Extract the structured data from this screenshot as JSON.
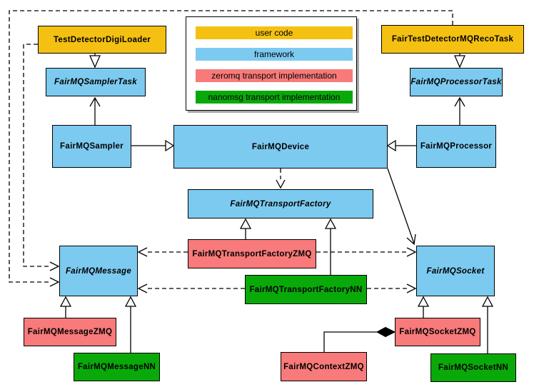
{
  "colors": {
    "user_code": "#F4C112",
    "framework": "#7DCAF0",
    "zeromq": "#F87A7A",
    "nanomsg": "#0AA90A",
    "border": "#000000",
    "background": "#FFFFFF"
  },
  "legend": {
    "items": [
      {
        "label": "user code",
        "color": "#F4C112"
      },
      {
        "label": "framework",
        "color": "#7DCAF0"
      },
      {
        "label": "zeromq transport implementation",
        "color": "#F87A7A"
      },
      {
        "label": "nanomsg transport implementation",
        "color": "#0AA90A"
      }
    ]
  },
  "nodes": {
    "testDetectorDigiLoader": {
      "label": "TestDetectorDigiLoader",
      "category": "user code",
      "abstract": false
    },
    "fairTestDetectorMQRecoTask": {
      "label": "FairTestDetectorMQRecoTask",
      "category": "user code",
      "abstract": false
    },
    "fairMQSamplerTask": {
      "label": "FairMQSamplerTask",
      "category": "framework",
      "abstract": true
    },
    "fairMQProcessorTask": {
      "label": "FairMQProcessorTask",
      "category": "framework",
      "abstract": true
    },
    "fairMQSampler": {
      "label": "FairMQSampler",
      "category": "framework",
      "abstract": false
    },
    "fairMQDevice": {
      "label": "FairMQDevice",
      "category": "framework",
      "abstract": false
    },
    "fairMQProcessor": {
      "label": "FairMQProcessor",
      "category": "framework",
      "abstract": false
    },
    "fairMQTransportFactory": {
      "label": "FairMQTransportFactory",
      "category": "framework",
      "abstract": true
    },
    "fairMQTransportFactoryZMQ": {
      "label": "FairMQTransportFactoryZMQ",
      "category": "zeromq transport implementation",
      "abstract": false
    },
    "fairMQTransportFactoryNN": {
      "label": "FairMQTransportFactoryNN",
      "category": "nanomsg transport implementation",
      "abstract": false
    },
    "fairMQMessage": {
      "label": "FairMQMessage",
      "category": "framework",
      "abstract": true
    },
    "fairMQSocket": {
      "label": "FairMQSocket",
      "category": "framework",
      "abstract": true
    },
    "fairMQMessageZMQ": {
      "label": "FairMQMessageZMQ",
      "category": "zeromq transport implementation",
      "abstract": false
    },
    "fairMQMessageNN": {
      "label": "FairMQMessageNN",
      "category": "nanomsg transport implementation",
      "abstract": false
    },
    "fairMQContextZMQ": {
      "label": "FairMQContextZMQ",
      "category": "zeromq transport implementation",
      "abstract": false
    },
    "fairMQSocketZMQ": {
      "label": "FairMQSocketZMQ",
      "category": "zeromq transport implementation",
      "abstract": false
    },
    "fairMQSocketNN": {
      "label": "FairMQSocketNN",
      "category": "nanomsg transport implementation",
      "abstract": false
    }
  },
  "relationships": [
    {
      "from": "TestDetectorDigiLoader",
      "to": "FairMQSamplerTask",
      "type": "inheritance"
    },
    {
      "from": "FairTestDetectorMQRecoTask",
      "to": "FairMQProcessorTask",
      "type": "inheritance"
    },
    {
      "from": "FairMQSampler",
      "to": "FairMQSamplerTask",
      "type": "association"
    },
    {
      "from": "FairMQProcessor",
      "to": "FairMQProcessorTask",
      "type": "association"
    },
    {
      "from": "FairMQSampler",
      "to": "FairMQDevice",
      "type": "inheritance"
    },
    {
      "from": "FairMQProcessor",
      "to": "FairMQDevice",
      "type": "inheritance"
    },
    {
      "from": "FairMQDevice",
      "to": "FairMQTransportFactory",
      "type": "dashed-dependency"
    },
    {
      "from": "FairMQDevice",
      "to": "FairMQSocket",
      "type": "association"
    },
    {
      "from": "FairMQTransportFactoryZMQ",
      "to": "FairMQTransportFactory",
      "type": "inheritance"
    },
    {
      "from": "FairMQTransportFactoryNN",
      "to": "FairMQTransportFactory",
      "type": "inheritance"
    },
    {
      "from": "FairMQTransportFactoryZMQ",
      "to": "FairMQMessage",
      "type": "dashed-dependency"
    },
    {
      "from": "FairMQTransportFactoryZMQ",
      "to": "FairMQSocket",
      "type": "dashed-dependency"
    },
    {
      "from": "FairMQTransportFactoryNN",
      "to": "FairMQMessage",
      "type": "dashed-dependency"
    },
    {
      "from": "FairMQTransportFactoryNN",
      "to": "FairMQSocket",
      "type": "dashed-dependency"
    },
    {
      "from": "TestDetectorDigiLoader",
      "to": "FairMQMessage",
      "type": "dashed-dependency"
    },
    {
      "from": "FairTestDetectorMQRecoTask",
      "to": "FairMQMessage",
      "type": "dashed-dependency"
    },
    {
      "from": "FairMQMessageZMQ",
      "to": "FairMQMessage",
      "type": "inheritance"
    },
    {
      "from": "FairMQMessageNN",
      "to": "FairMQMessage",
      "type": "inheritance"
    },
    {
      "from": "FairMQSocketZMQ",
      "to": "FairMQSocket",
      "type": "inheritance"
    },
    {
      "from": "FairMQSocketNN",
      "to": "FairMQSocket",
      "type": "inheritance"
    },
    {
      "from": "FairMQContextZMQ",
      "to": "FairMQSocketZMQ",
      "type": "composition"
    }
  ]
}
